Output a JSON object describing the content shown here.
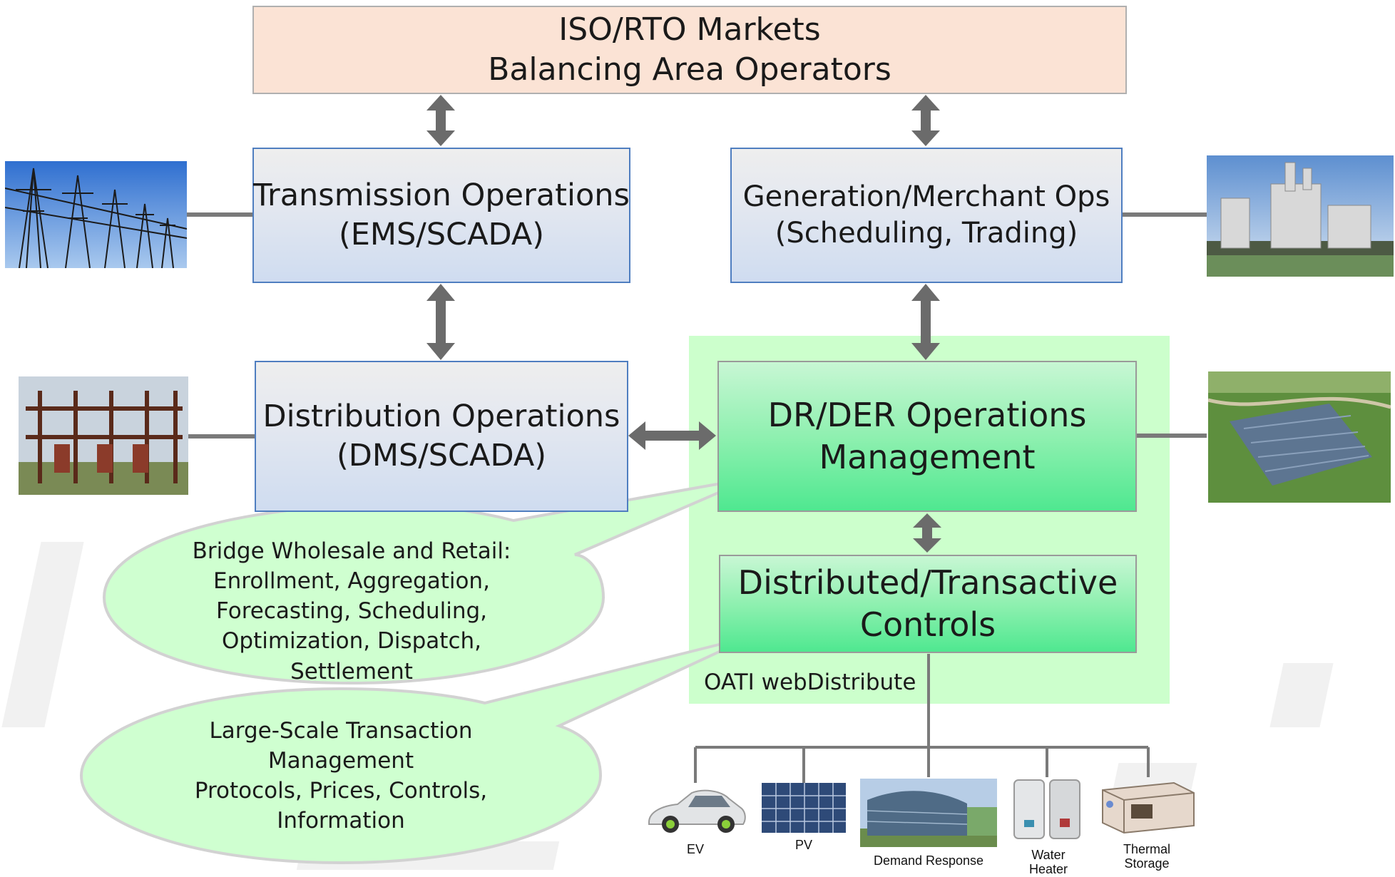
{
  "iso": {
    "line1": "ISO/RTO Markets",
    "line2": "Balancing Area Operators"
  },
  "transmission": {
    "line1": "Transmission Operations",
    "line2": "(EMS/SCADA)"
  },
  "generation": {
    "line1": "Generation/Merchant Ops",
    "line2": "(Scheduling, Trading)"
  },
  "distribution": {
    "line1": "Distribution Operations",
    "line2": "(DMS/SCADA)"
  },
  "drder": {
    "line1": "DR/DER Operations",
    "line2": "Management"
  },
  "controls": {
    "line1": "Distributed/Transactive",
    "line2": "Controls"
  },
  "region_label": "OATI webDistribute",
  "bubble1": {
    "lines": [
      "Bridge Wholesale and Retail:",
      "Enrollment, Aggregation,",
      "Forecasting, Scheduling,",
      "Optimization, Dispatch,",
      "Settlement"
    ]
  },
  "bubble2": {
    "lines": [
      "Large-Scale Transaction",
      "Management",
      "Protocols, Prices, Controls,",
      "Information"
    ]
  },
  "devices": [
    {
      "label": "EV"
    },
    {
      "label": "PV"
    },
    {
      "label": "Demand Response"
    },
    {
      "label_line1": "Water",
      "label_line2": "Heater"
    },
    {
      "label_line1": "Thermal",
      "label_line2": "Storage"
    }
  ],
  "colors": {
    "iso_fill": "#fbe3d5",
    "ops_border": "#4f7ec0",
    "der_region": "#ccffcc",
    "der_box": "#4fe890",
    "bubble_fill": "#cfffd0",
    "arrow": "#6b6b6b"
  },
  "icons": [
    "transmission-towers-photo",
    "substation-photo",
    "power-plant-photo",
    "solar-farm-photo",
    "ev-car-icon",
    "pv-panel-icon",
    "building-icon",
    "water-heater-icon",
    "thermal-storage-icon"
  ]
}
